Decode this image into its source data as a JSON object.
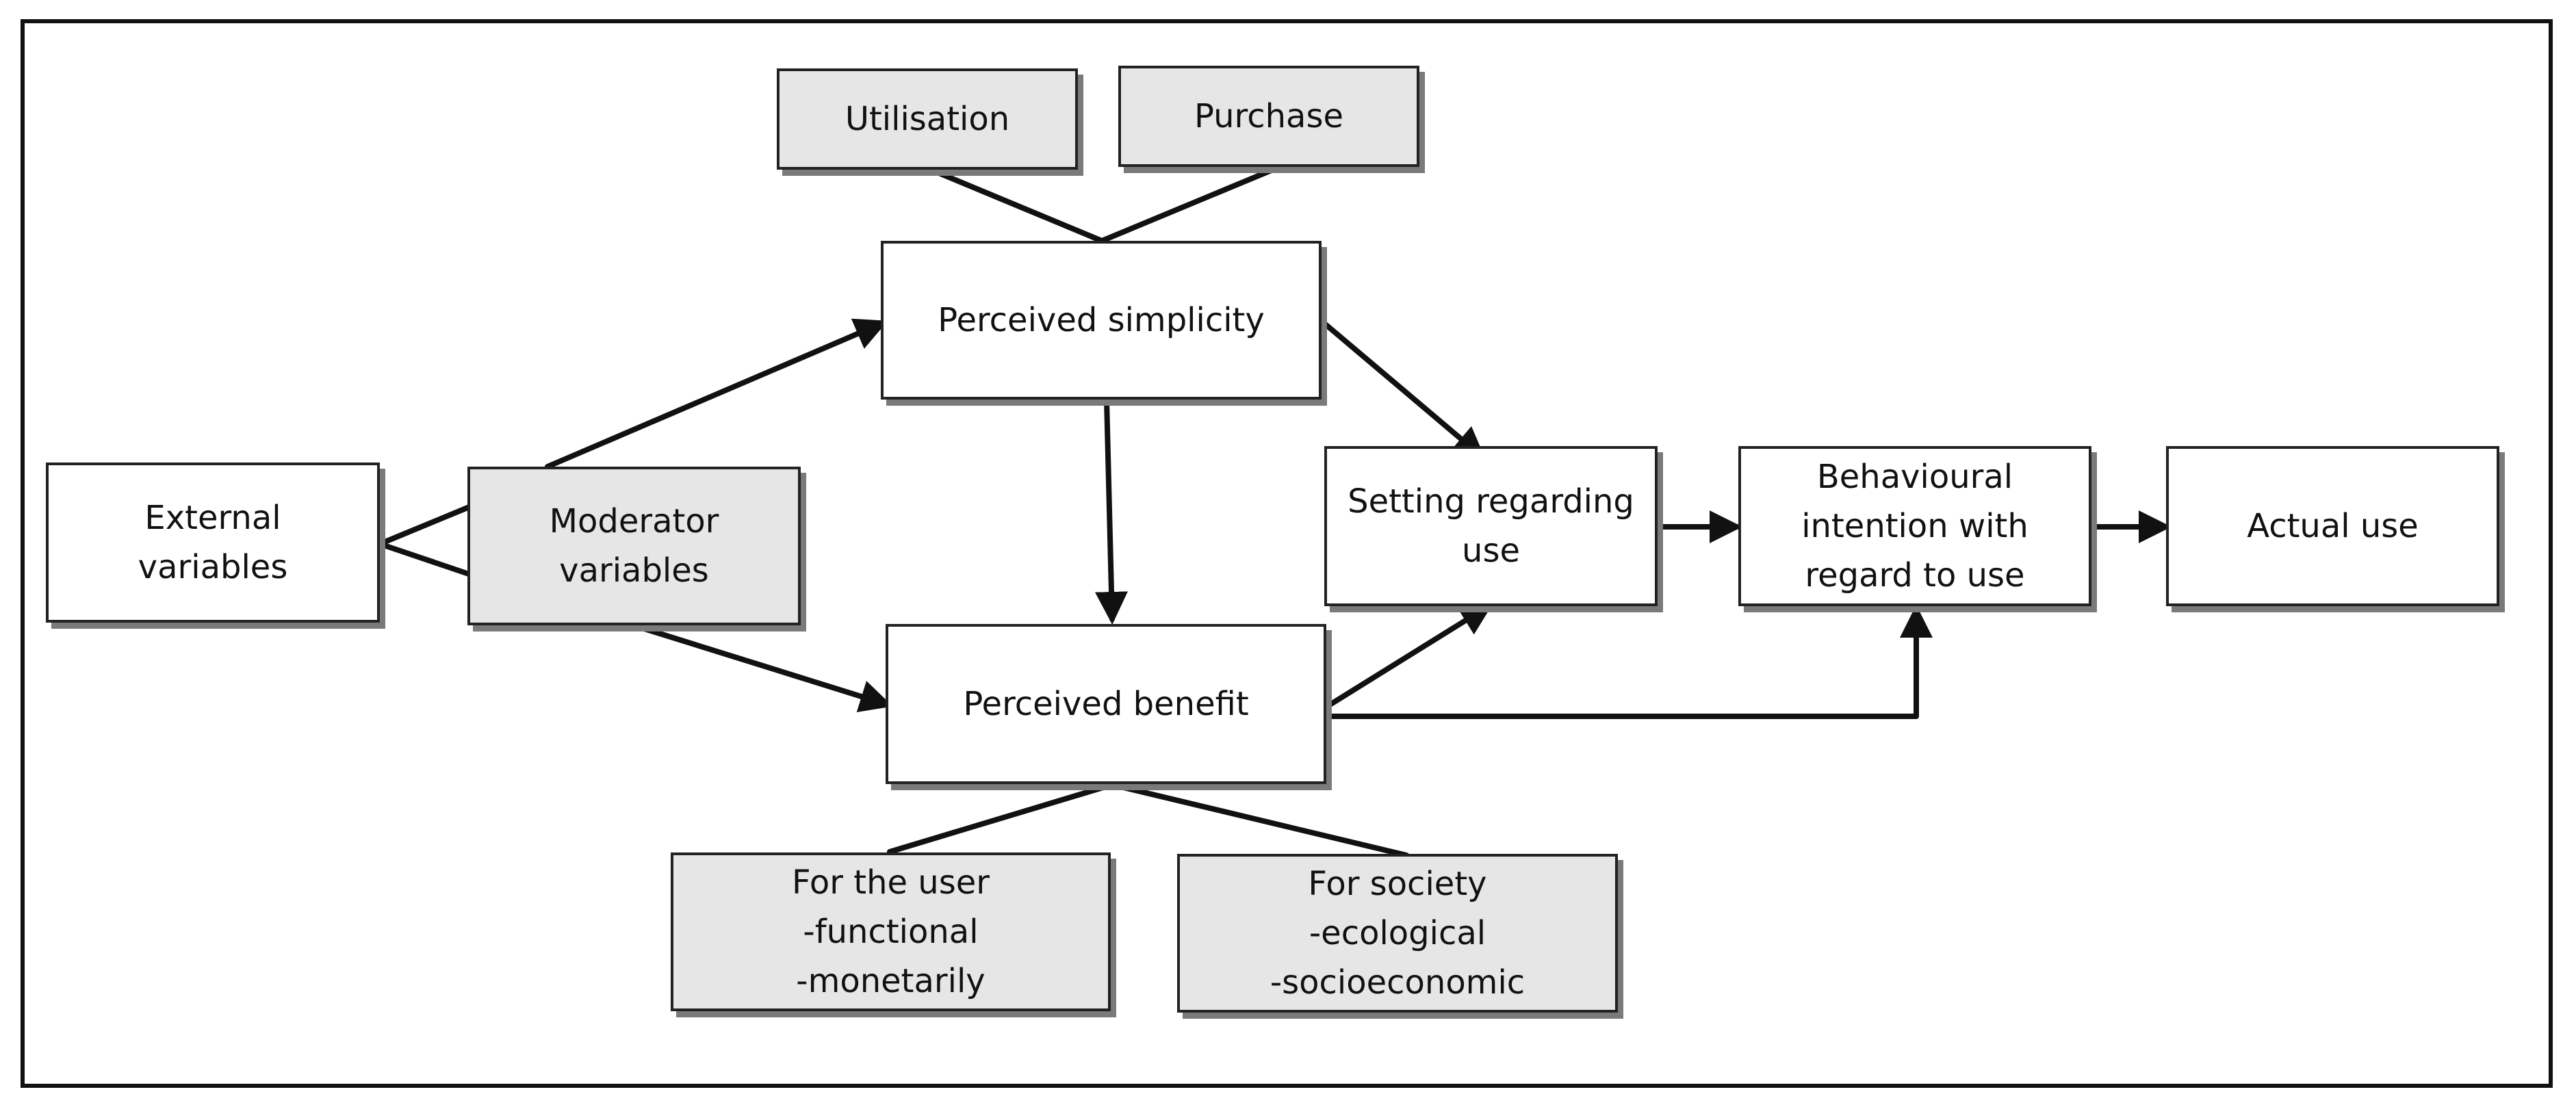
{
  "diagram": {
    "nodes": {
      "utilisation": "Utilisation",
      "purchase": "Purchase",
      "perceived_simplicity": "Perceived simplicity",
      "external_variables": "External\nvariables",
      "moderator_variables": "Moderator\nvariables",
      "setting_regarding_use": "Setting regarding\nuse",
      "behavioural_intention": "Behavioural\nintention with\nregard to use",
      "actual_use": "Actual use",
      "perceived_benefit": "Perceived benefit",
      "for_the_user": "For the user\n-functional\n-monetarily",
      "for_society": "For society\n-ecological\n-socioeconomic"
    },
    "colors": {
      "primary_fill": "#ffffff",
      "secondary_fill": "#e6e6e6",
      "stroke": "#111111",
      "shadow": "#7a7a7a"
    }
  }
}
